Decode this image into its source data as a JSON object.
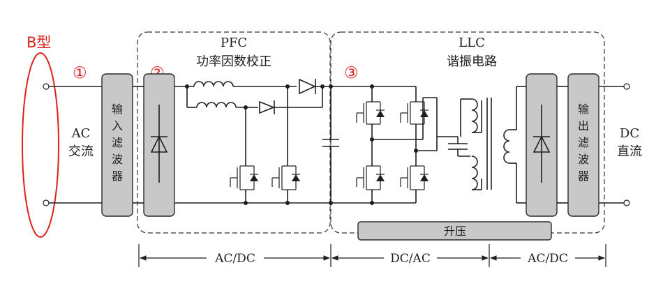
{
  "labels": {
    "type_b": "B型",
    "circle_1": "①",
    "circle_2": "②",
    "circle_3": "③",
    "pfc_title": "PFC",
    "pfc_subtitle": "功率因数校正",
    "llc_title": "LLC",
    "llc_subtitle": "谐振电路",
    "ac_in_top": "AC",
    "ac_in_bottom": "交流",
    "dc_out_top": "DC",
    "dc_out_bottom": "直流",
    "input_filter": [
      "输",
      "入",
      "滤",
      "波",
      "器"
    ],
    "output_filter": [
      "输",
      "出",
      "滤",
      "波",
      "器"
    ],
    "boost": "升压",
    "stage_ac_dc_1": "AC/DC",
    "stage_dc_ac": "DC/AC",
    "stage_ac_dc_2": "AC/DC"
  },
  "colors": {
    "annotation_red": "#e0201c",
    "block_fill": "#c8c8c8",
    "line": "#1e1e1e"
  }
}
